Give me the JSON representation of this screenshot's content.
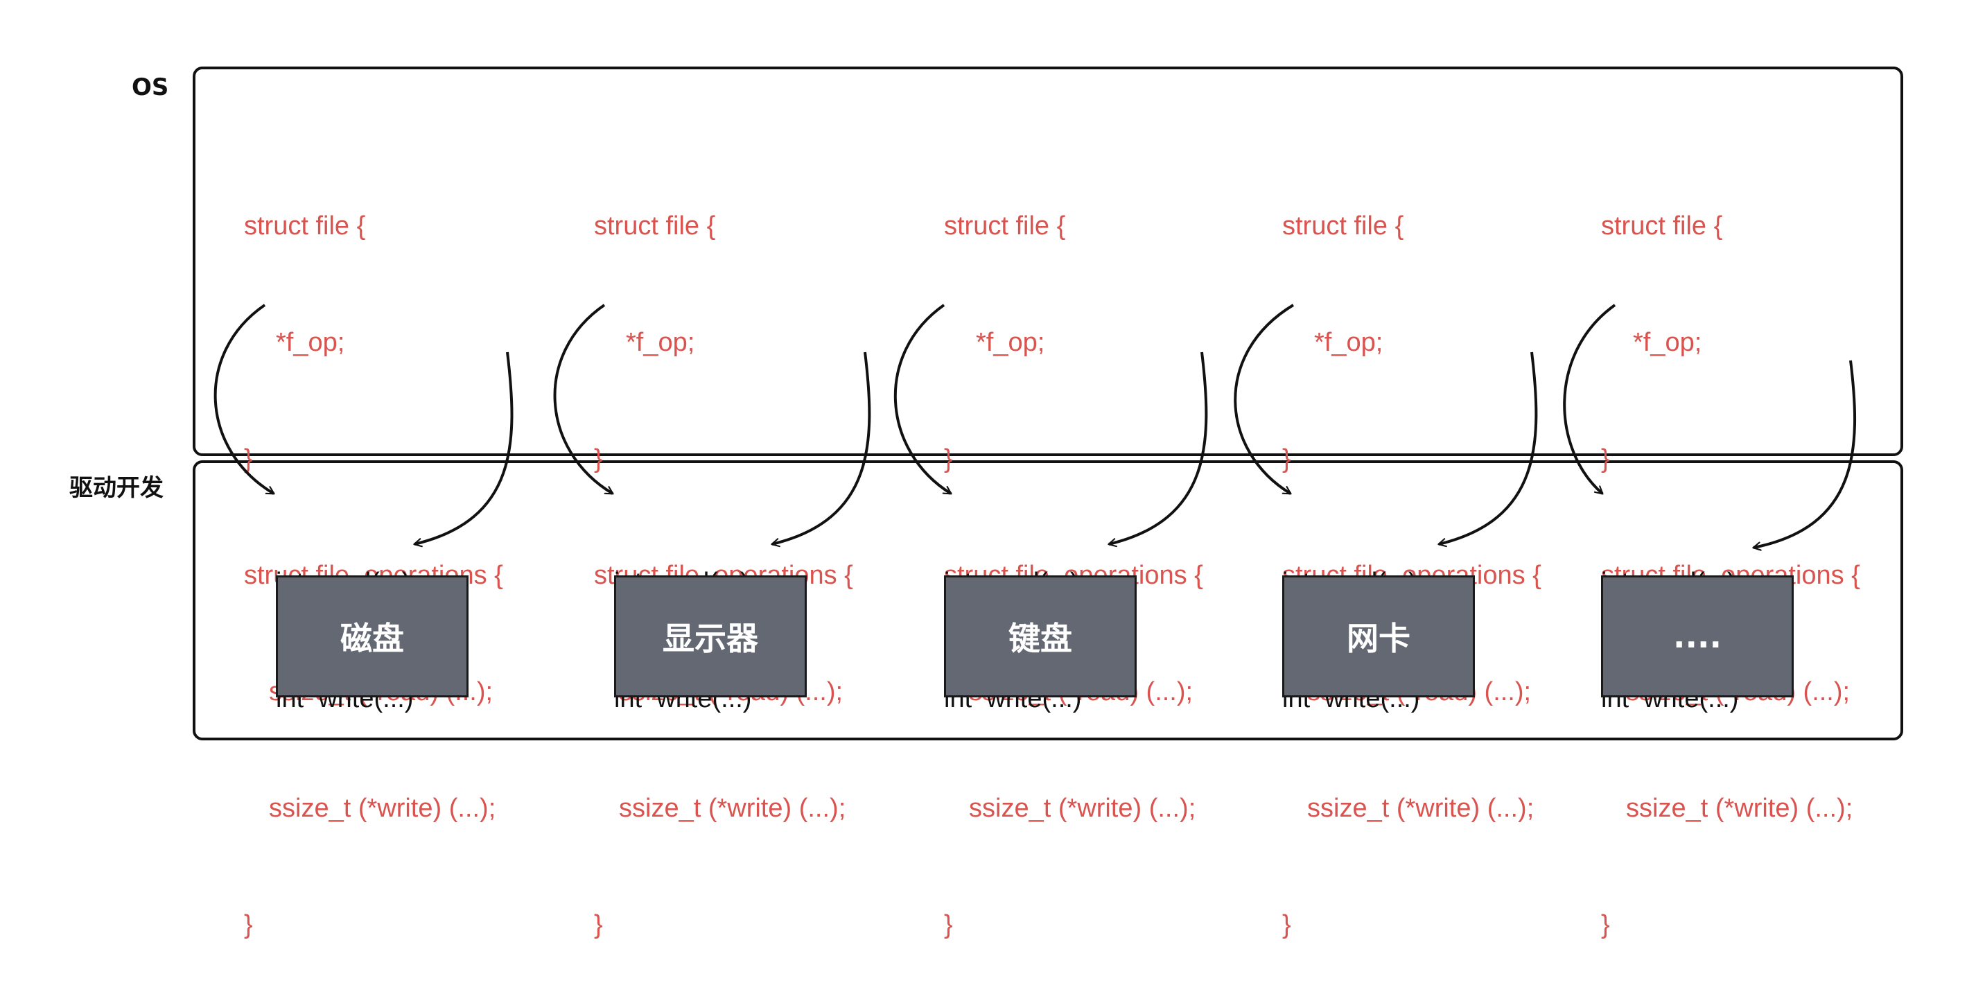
{
  "layers": {
    "os_label": "OS",
    "driver_label": "驱动开发"
  },
  "columns": [
    {
      "code": {
        "struct_file": "struct file {",
        "f_op": "*f_op;",
        "close1": "}",
        "struct_ops": "struct file_operations {",
        "read_ptr": "ssize_t (*read) (...);",
        "write_ptr": "ssize_t (*write) (...);",
        "close2": "}"
      },
      "driver": {
        "read_fn": "int  read(...)",
        "write_fn": "int  write(...)"
      },
      "device": "磁盘"
    },
    {
      "code": {
        "struct_file": "struct file {",
        "f_op": "*f_op;",
        "close1": "}",
        "struct_ops": "struct file_operations {",
        "read_ptr": "ssize_t (*read) (...);",
        "write_ptr": "ssize_t (*write) (...);",
        "close2": "}"
      },
      "driver": {
        "read_fn": "int  read(...)",
        "write_fn": "int  write(...)"
      },
      "device": "显示器"
    },
    {
      "code": {
        "struct_file": "struct file {",
        "f_op": "*f_op;",
        "close1": "}",
        "struct_ops": "struct file_operations {",
        "read_ptr": "ssize_t (*read) (...);",
        "write_ptr": "ssize_t (*write) (...);",
        "close2": "}"
      },
      "driver": {
        "read_fn": "int  read(...)",
        "write_fn": "int  write(...)"
      },
      "device": "键盘"
    },
    {
      "code": {
        "struct_file": "struct file {",
        "f_op": "*f_op;",
        "close1": "}",
        "struct_ops": "struct file_operations {",
        "read_ptr": "ssize_t (*read) (...);",
        "write_ptr": "ssize_t (*write) (...);",
        "close2": "}"
      },
      "driver": {
        "read_fn": "int  read(...)",
        "write_fn": "int  write(...)"
      },
      "device": "网卡"
    },
    {
      "code": {
        "struct_file": "struct file {",
        "f_op": "*f_op;",
        "close1": "}",
        "struct_ops": "struct file_operations {",
        "read_ptr": "ssize_t (*read) (...);",
        "write_ptr": "ssize_t (*write) (...);",
        "close2": "}"
      },
      "driver": {
        "read_fn": "int  read(...)",
        "write_fn": "int  write(...)"
      },
      "device": "...."
    }
  ],
  "colors": {
    "code_text": "#d9534f",
    "device_fill": "#636873",
    "border": "#111111"
  }
}
